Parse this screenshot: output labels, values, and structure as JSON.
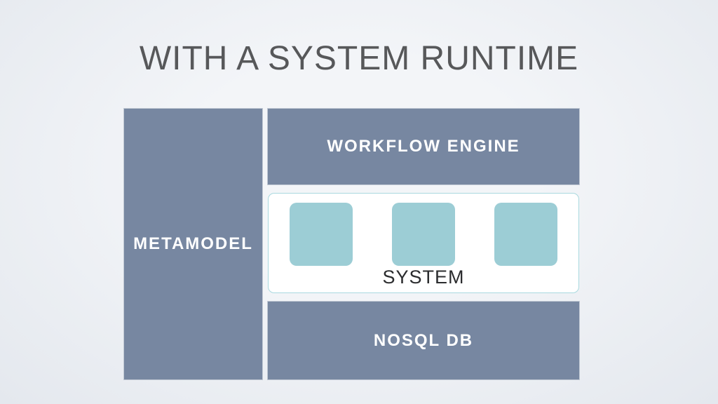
{
  "slide": {
    "title": "WITH A SYSTEM RUNTIME"
  },
  "diagram": {
    "metamodel": {
      "label": "METAMODEL"
    },
    "workflow_engine": {
      "label": "WORKFLOW ENGINE"
    },
    "system": {
      "label": "SYSTEM",
      "tile_count": 3
    },
    "nosql_db": {
      "label": "NOSQL DB"
    }
  },
  "colors": {
    "box_fill": "#7787a1",
    "box_label": "#ffffff",
    "tile_fill": "#9ccdd5",
    "system_panel_fill": "#ffffff",
    "system_panel_border": "#a9d9df",
    "background_center": "#f3f5f8",
    "background_edge": "#e4e8ee",
    "title_text": "#57585a",
    "system_text": "#2b2c2e"
  }
}
